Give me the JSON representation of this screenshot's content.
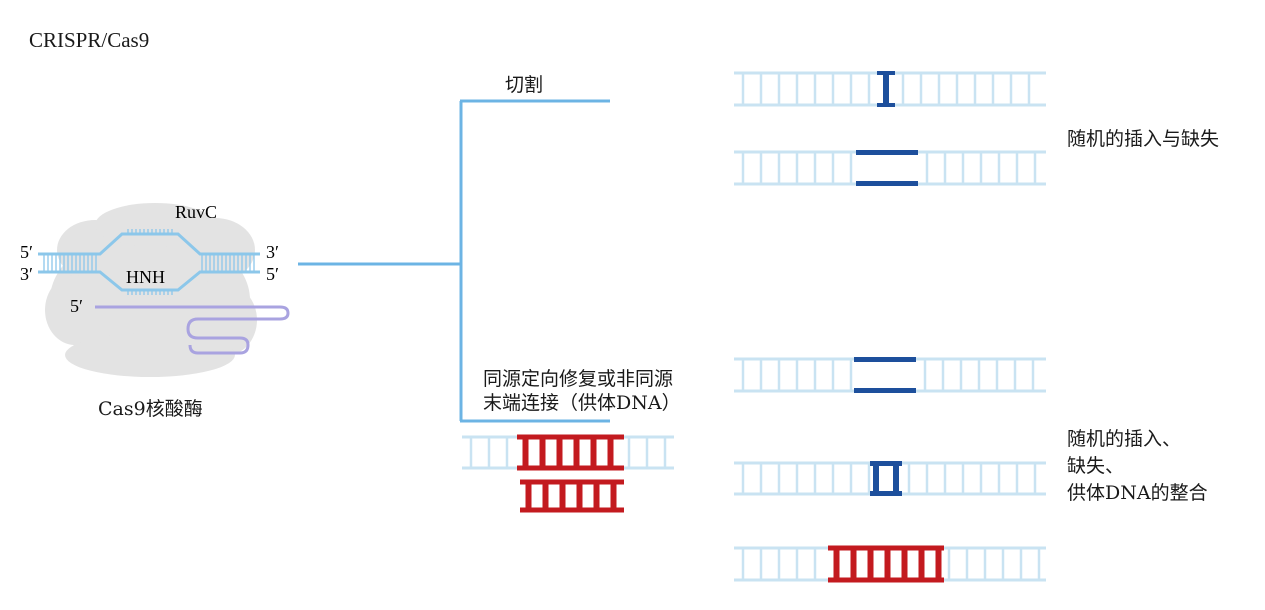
{
  "title": "CRISPR/Cas9",
  "enzyme": {
    "name": "Cas9核酸酶",
    "domain_top": "RuvC",
    "domain_bottom": "HNH",
    "end_5_top": "5′",
    "end_3_bottom": "3′",
    "end_3_top_right": "3′",
    "end_5_bottom_right": "5′",
    "guide_5": "5′"
  },
  "branches": {
    "cut": "切割",
    "repair": "同源定向修复或非同源\n末端连接（供体DNA）"
  },
  "outcomes": {
    "upper": "随机的插入与缺失",
    "lower": "随机的插入、\n缺失、\n供体DNA的整合"
  },
  "colors": {
    "dna_light": "#c9e3f2",
    "strand_blue": "#6cb4e4",
    "cut_blue": "#1d4f9c",
    "donor_red": "#c31a1f",
    "guide_purple": "#a9a3e0",
    "cloud_gray": "#e3e3e3"
  }
}
